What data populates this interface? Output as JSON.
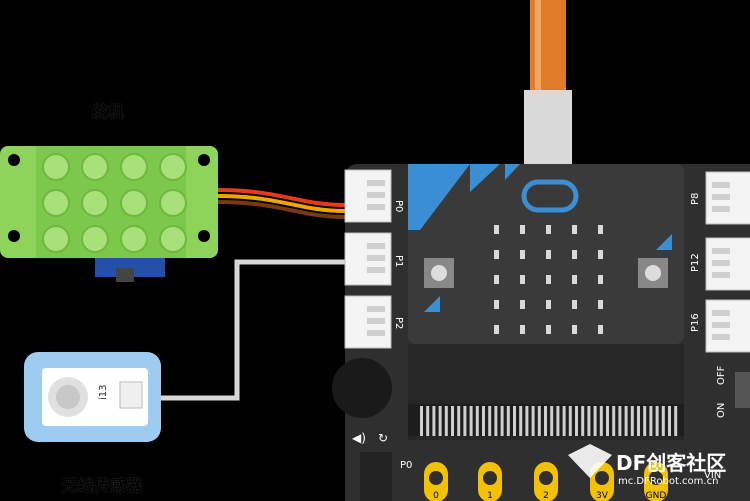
{
  "labels": {
    "servo": "舵机",
    "sensor": "无线传感器"
  },
  "sensor_marking": "i13",
  "ports": {
    "left": [
      "P0",
      "P1",
      "P2"
    ],
    "right": [
      "P8",
      "P12",
      "P16"
    ],
    "bottom_left": "P0",
    "bottom_pins": [
      "0",
      "1",
      "2",
      "3V",
      "GND"
    ],
    "bottom_right": "VIN"
  },
  "switch": {
    "off": "OFF",
    "on": "ON"
  },
  "watermark": {
    "brand": "DF创客社区",
    "url": "mc.DFRobot.com.cn"
  },
  "colors": {
    "servo_body": "#8ed45a",
    "cable_orange": "#e07b2a",
    "board_dark": "#2f2f2f",
    "accent_blue": "#3a8fd4",
    "pin_yellow": "#f2c200"
  }
}
